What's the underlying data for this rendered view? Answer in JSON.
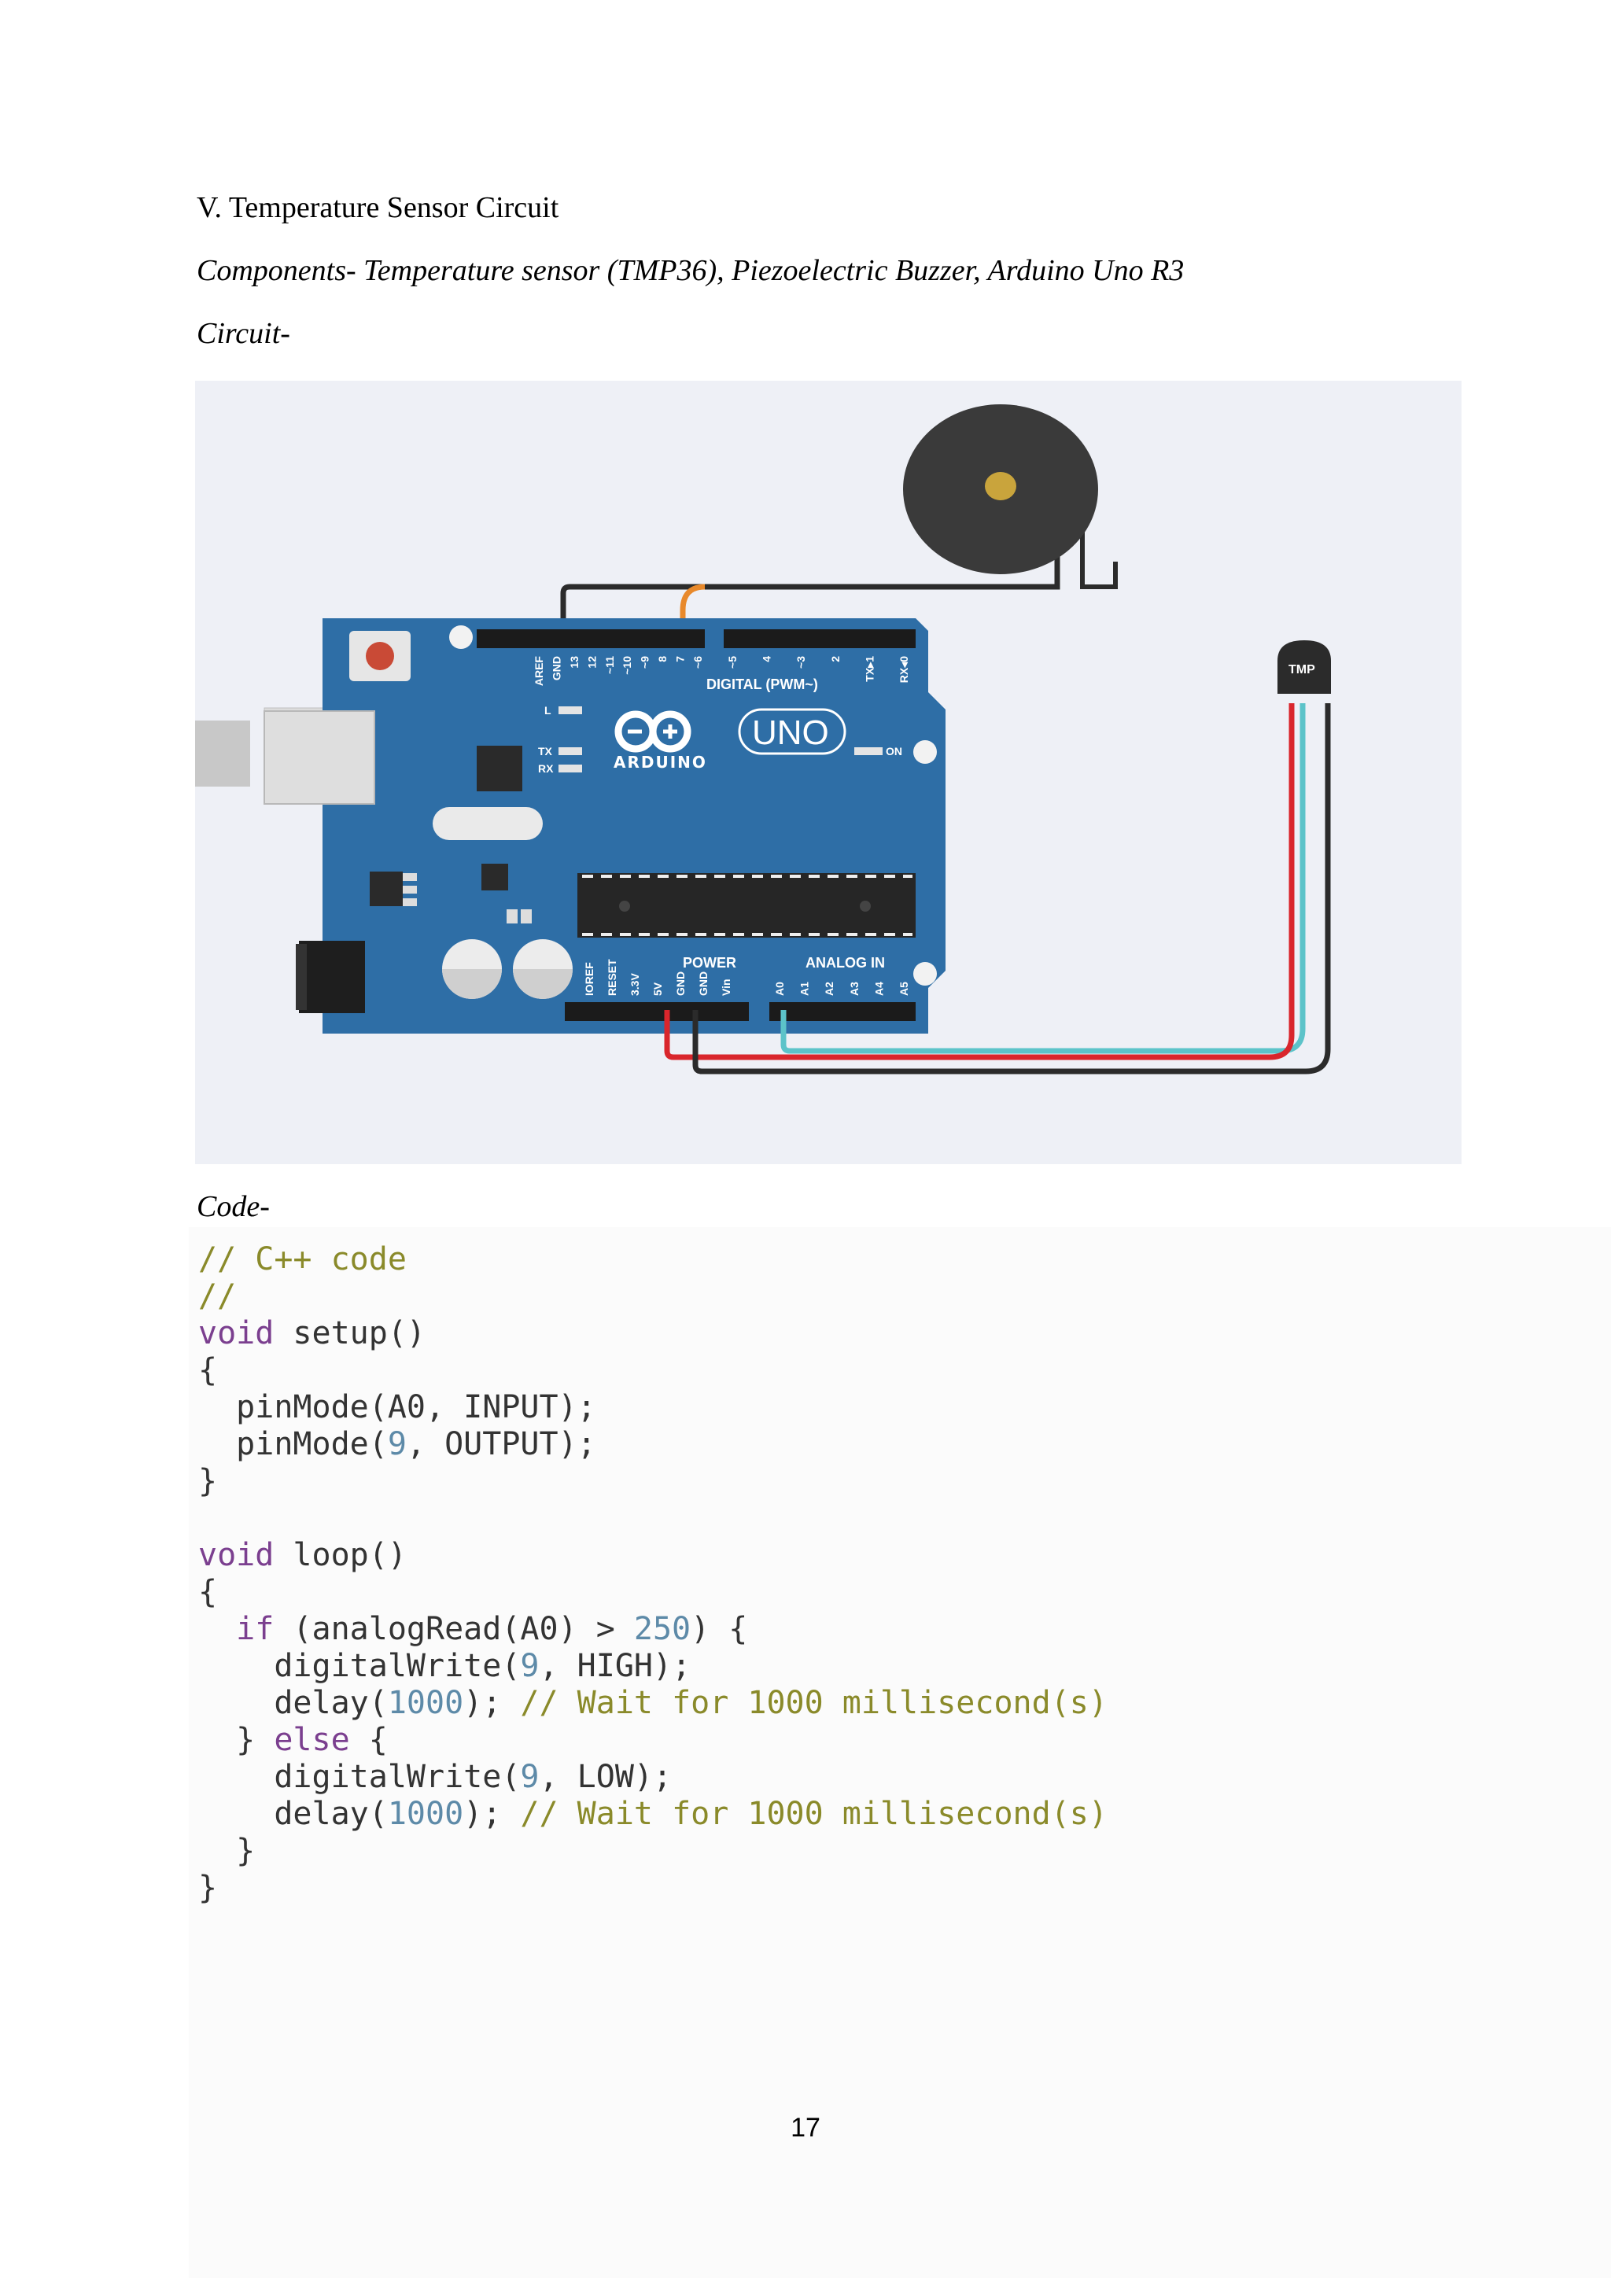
{
  "heading": "V. Temperature Sensor Circuit",
  "components": "Components- Temperature sensor (TMP36), Piezoelectric Buzzer, Arduino Uno R3",
  "circuit_label": "Circuit-",
  "code_label": "Code-",
  "board": {
    "brand": "ARDUINO",
    "model": "UNO",
    "digital_header": "DIGITAL (PWM~)",
    "digital_pins": [
      "AREF",
      "GND",
      "13",
      "12",
      "~11",
      "~10",
      "~9",
      "8",
      "7",
      "~6",
      "~5",
      "4",
      "~3",
      "2",
      "TX▸1",
      "RX◂0"
    ],
    "power_header": "POWER",
    "power_pins": [
      "IOREF",
      "RESET",
      "3.3V",
      "5V",
      "GND",
      "GND",
      "Vin"
    ],
    "analog_header": "ANALOG IN",
    "analog_pins": [
      "A0",
      "A1",
      "A2",
      "A3",
      "A4",
      "A5"
    ],
    "leds": {
      "l": "L",
      "tx": "TX",
      "rx": "RX",
      "on": "ON"
    },
    "sensor_label": "TMP",
    "colors": {
      "board": "#2e6ea6",
      "wire_red": "#d9262c",
      "wire_cyan": "#5cc3c9",
      "wire_black": "#2b2b2b",
      "wire_orange": "#e8892b"
    }
  },
  "code": {
    "comment1": "// C++ code",
    "comment2": "//",
    "void1": "void",
    "setup": " setup()",
    "brace_open1": "{",
    "pinmode1": "  pinMode(A0, INPUT);",
    "pm2_a": "  pinMode(",
    "pm2_num": "9",
    "pm2_b": ", OUTPUT);",
    "brace_close1": "}",
    "void2": "void",
    "loop": " loop()",
    "brace_open2": "{",
    "if_kw": "  if",
    "if_a": " (analogRead(A0) > ",
    "if_num": "250",
    "if_b": ") {",
    "dw1_a": "    digitalWrite(",
    "dw1_num": "9",
    "dw1_b": ", HIGH);",
    "delay_a": "    delay(",
    "delay_num": "1000",
    "delay_b": "); ",
    "delay_comment": "// Wait for 1000 millisecond(s)",
    "else_a": "  } ",
    "else_kw": "else",
    "else_b": " {",
    "dw2_a": "    digitalWrite(",
    "dw2_num": "9",
    "dw2_b": ", LOW);",
    "delay2_a": "    delay(",
    "delay2_num": "1000",
    "delay2_b": "); ",
    "delay2_comment": "// Wait for 1000 millisecond(s)",
    "brace_close_if": "  }",
    "brace_close2": "}"
  },
  "page_number": "17"
}
